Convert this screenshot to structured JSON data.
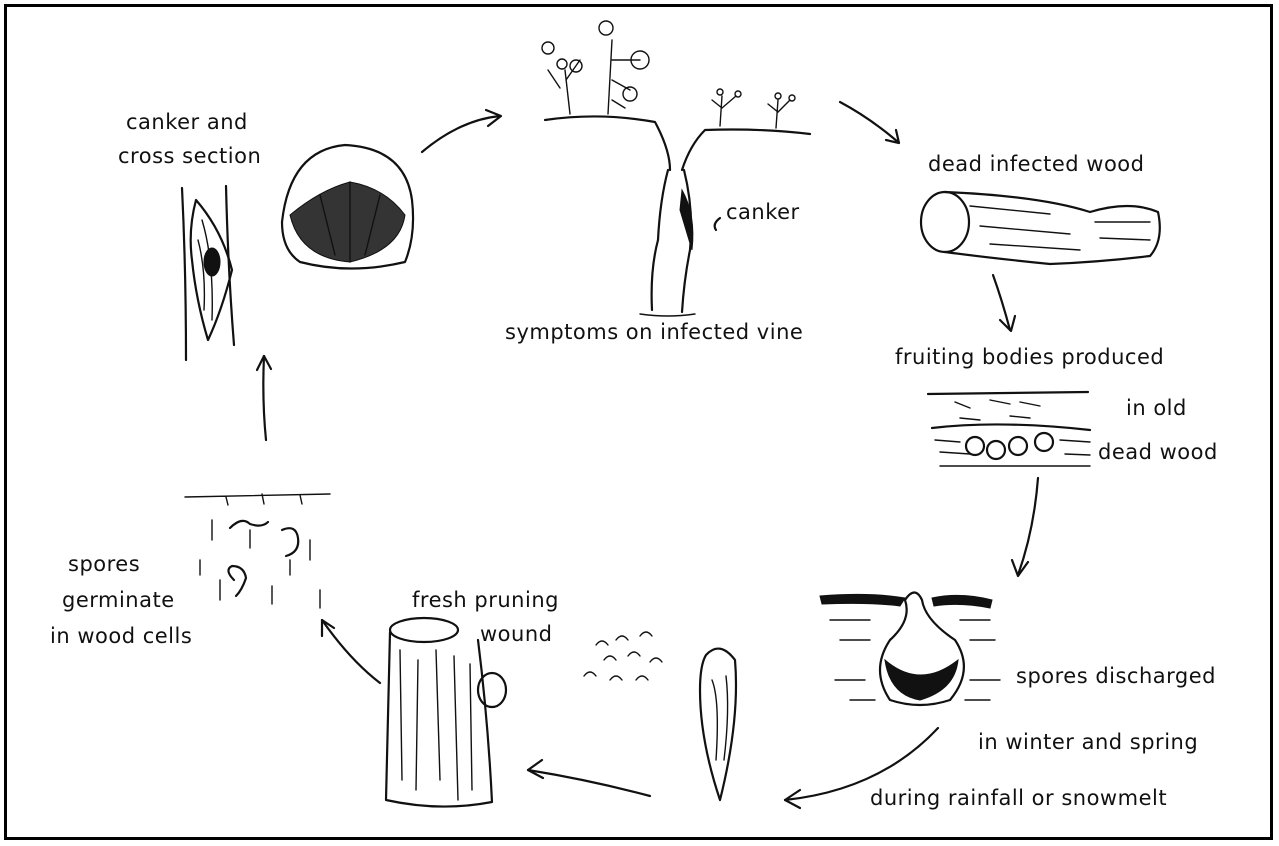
{
  "labels": {
    "canker_cross_section": [
      "canker and",
      "cross section"
    ],
    "symptoms": "symptoms on infected vine",
    "canker": "canker",
    "dead_wood": "dead infected wood",
    "fruiting": [
      "fruiting bodies produced",
      "in old",
      "dead wood"
    ],
    "spores_discharged": [
      "spores discharged",
      "in winter and spring",
      "during rainfall or snowmelt"
    ],
    "fresh_wound": [
      "fresh pruning",
      "wound"
    ],
    "germinate": [
      "spores",
      "germinate",
      "in wood cells"
    ]
  }
}
